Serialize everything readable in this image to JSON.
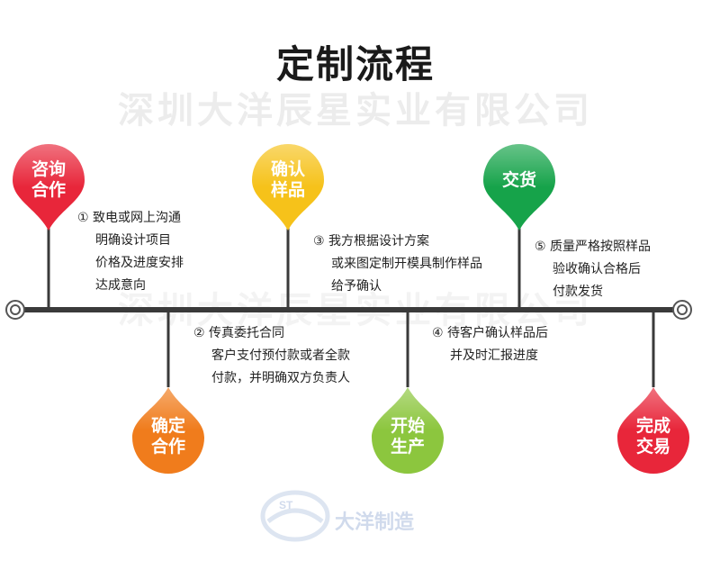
{
  "title": "定制流程",
  "watermark_text": "深圳大洋辰星实业有限公司",
  "logo": {
    "text": "大洋制造"
  },
  "steps": [
    {
      "label_top": "咨询",
      "label_bottom": "合作",
      "color": "#e8263a",
      "lines": [
        "① 致电或网上沟通",
        "明确设计项目",
        "价格及进度安排",
        "达成意向"
      ]
    },
    {
      "label_top": "确定",
      "label_bottom": "合作",
      "color": "#f07c1c",
      "lines": [
        "② 传真委托合同",
        "客户支付预付款或者全款",
        "付款，并明确双方负责人"
      ]
    },
    {
      "label_top": "确认",
      "label_bottom": "样品",
      "color": "#f6c21a",
      "lines": [
        "③ 我方根据设计方案",
        "或来图定制开模具制作样品",
        "给予确认"
      ]
    },
    {
      "label_top": "开始",
      "label_bottom": "生产",
      "color": "#8cc63e",
      "lines": [
        "④ 待客户确认样品后",
        "并及时汇报进度"
      ]
    },
    {
      "label_top": "交货",
      "label_bottom": "",
      "color": "#16a34a",
      "lines": [
        "⑤ 质量严格按照样品",
        "验收确认合格后",
        "付款发货"
      ]
    },
    {
      "label_top": "完成",
      "label_bottom": "交易",
      "color": "#e8263a",
      "lines": []
    }
  ]
}
